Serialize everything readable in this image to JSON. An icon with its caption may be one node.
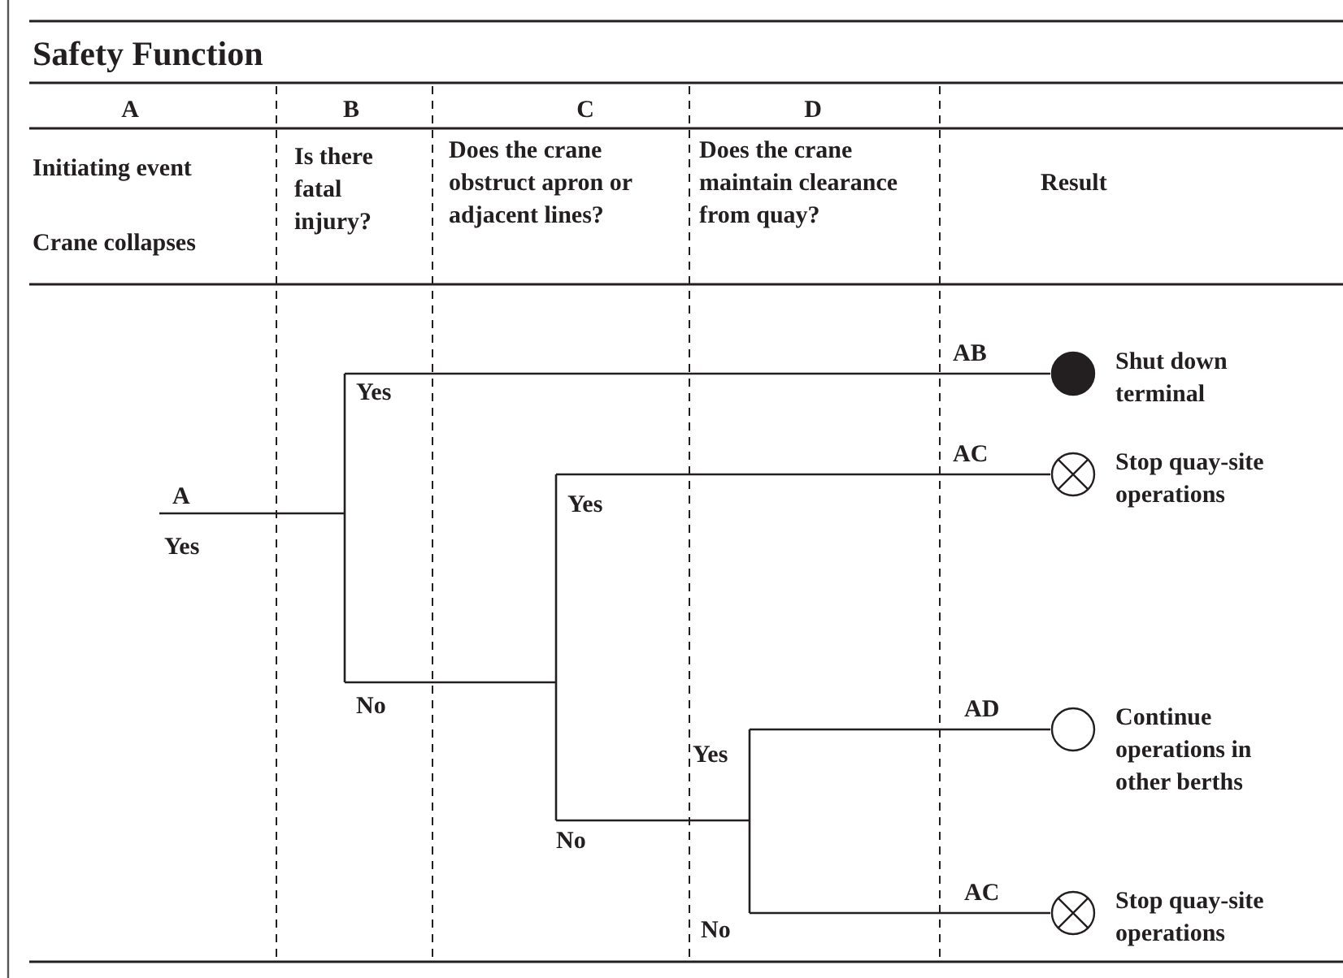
{
  "diagram": {
    "title": "Safety Function",
    "nodes": [
      {
        "text": [
          "Shut down terminal"
        ]
      },
      {
        "text": [
          "Stop quay-site operations"
        ]
      },
      {
        "text": [
          "Continue operations in other berths"
        ]
      },
      {
        "text": [
          "Stop quay-site operations"
        ]
      }
    ],
    "edges": [
      {
        "from": null,
        "to": 0,
        "arrow": "none",
        "label": "AB"
      },
      {
        "from": null,
        "to": 1,
        "arrow": "none",
        "label": "AC"
      },
      {
        "from": null,
        "to": 2,
        "arrow": "none",
        "label": "AD"
      },
      {
        "from": null,
        "to": 3,
        "arrow": "none",
        "label": "AC"
      }
    ],
    "labels": [
      "A",
      "B",
      "C",
      "D",
      "Initiating event",
      "Crane collapses",
      "Is there fatal injury?",
      "Does the crane obstruct apron or adjacent lines?",
      "Does the crane maintain clearance from quay?",
      "Result",
      "A",
      "Yes",
      "Yes",
      "No",
      "Yes",
      "No",
      "Yes",
      "No"
    ]
  }
}
